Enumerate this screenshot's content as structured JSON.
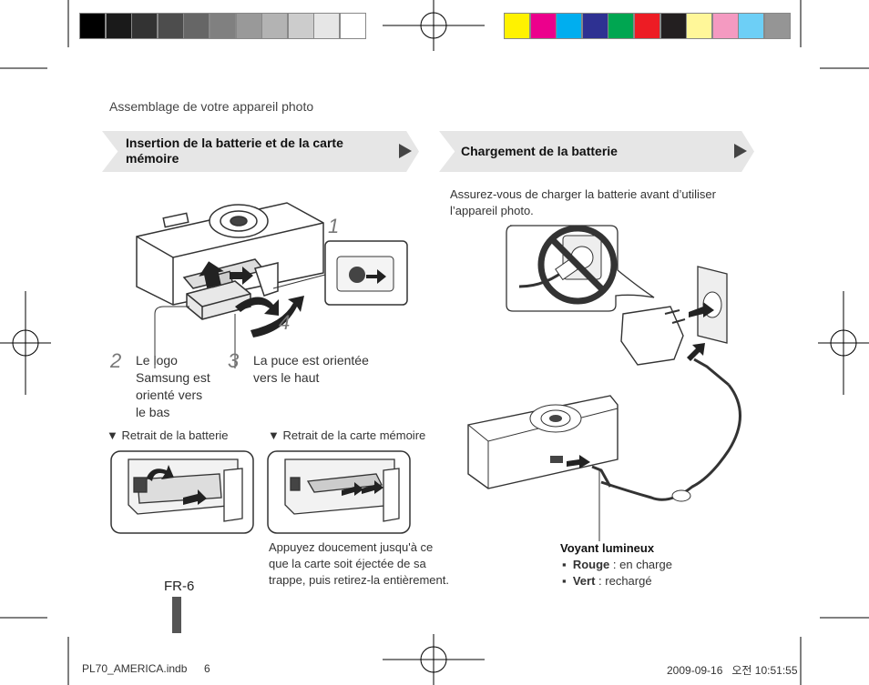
{
  "header": {
    "section_title": "Assemblage de votre appareil photo"
  },
  "color_bar": {
    "grays": [
      "#000000",
      "#1a1a1a",
      "#333333",
      "#4d4d4d",
      "#666666",
      "#808080",
      "#999999",
      "#b3b3b3",
      "#cccccc",
      "#e6e6e6",
      "#ffffff"
    ],
    "colors": [
      "#fff200",
      "#ec008c",
      "#00aeef",
      "#2e3192",
      "#00a651",
      "#ed1c24",
      "#231f20",
      "#fff799",
      "#f49ac1",
      "#6dcff6",
      "#959595"
    ]
  },
  "left_section": {
    "banner_title": "Insertion de la batterie et de la carte mémoire",
    "step_labels": [
      "1",
      "2",
      "3",
      "4"
    ],
    "step2_text": [
      "Le logo",
      "Samsung est",
      "orienté vers",
      "le bas"
    ],
    "step3_text": [
      "La puce est orientée",
      "vers le haut"
    ],
    "removal_battery_label": "▼ Retrait de la batterie",
    "removal_card_label": "▼ Retrait de la carte mémoire",
    "card_note": [
      "Appuyez doucement jusqu'à ce",
      "que la carte soit éjectée de sa",
      "trappe, puis retirez-la entièrement."
    ]
  },
  "right_section": {
    "banner_title": "Chargement de la batterie",
    "intro_text": [
      "Assurez-vous de charger la batterie avant d’utiliser",
      "l’appareil photo."
    ],
    "indicator_title": "Voyant lumineux",
    "indicator_items": [
      {
        "color": "Rouge",
        "text": " : en charge"
      },
      {
        "color": "Vert",
        "text": " : rechargé"
      }
    ]
  },
  "footer": {
    "page_number": "FR-6",
    "file_name": "PL70_AMERICA.indb",
    "file_page": "6",
    "date_stamp": "2009-09-16   오전 10:51:55"
  }
}
